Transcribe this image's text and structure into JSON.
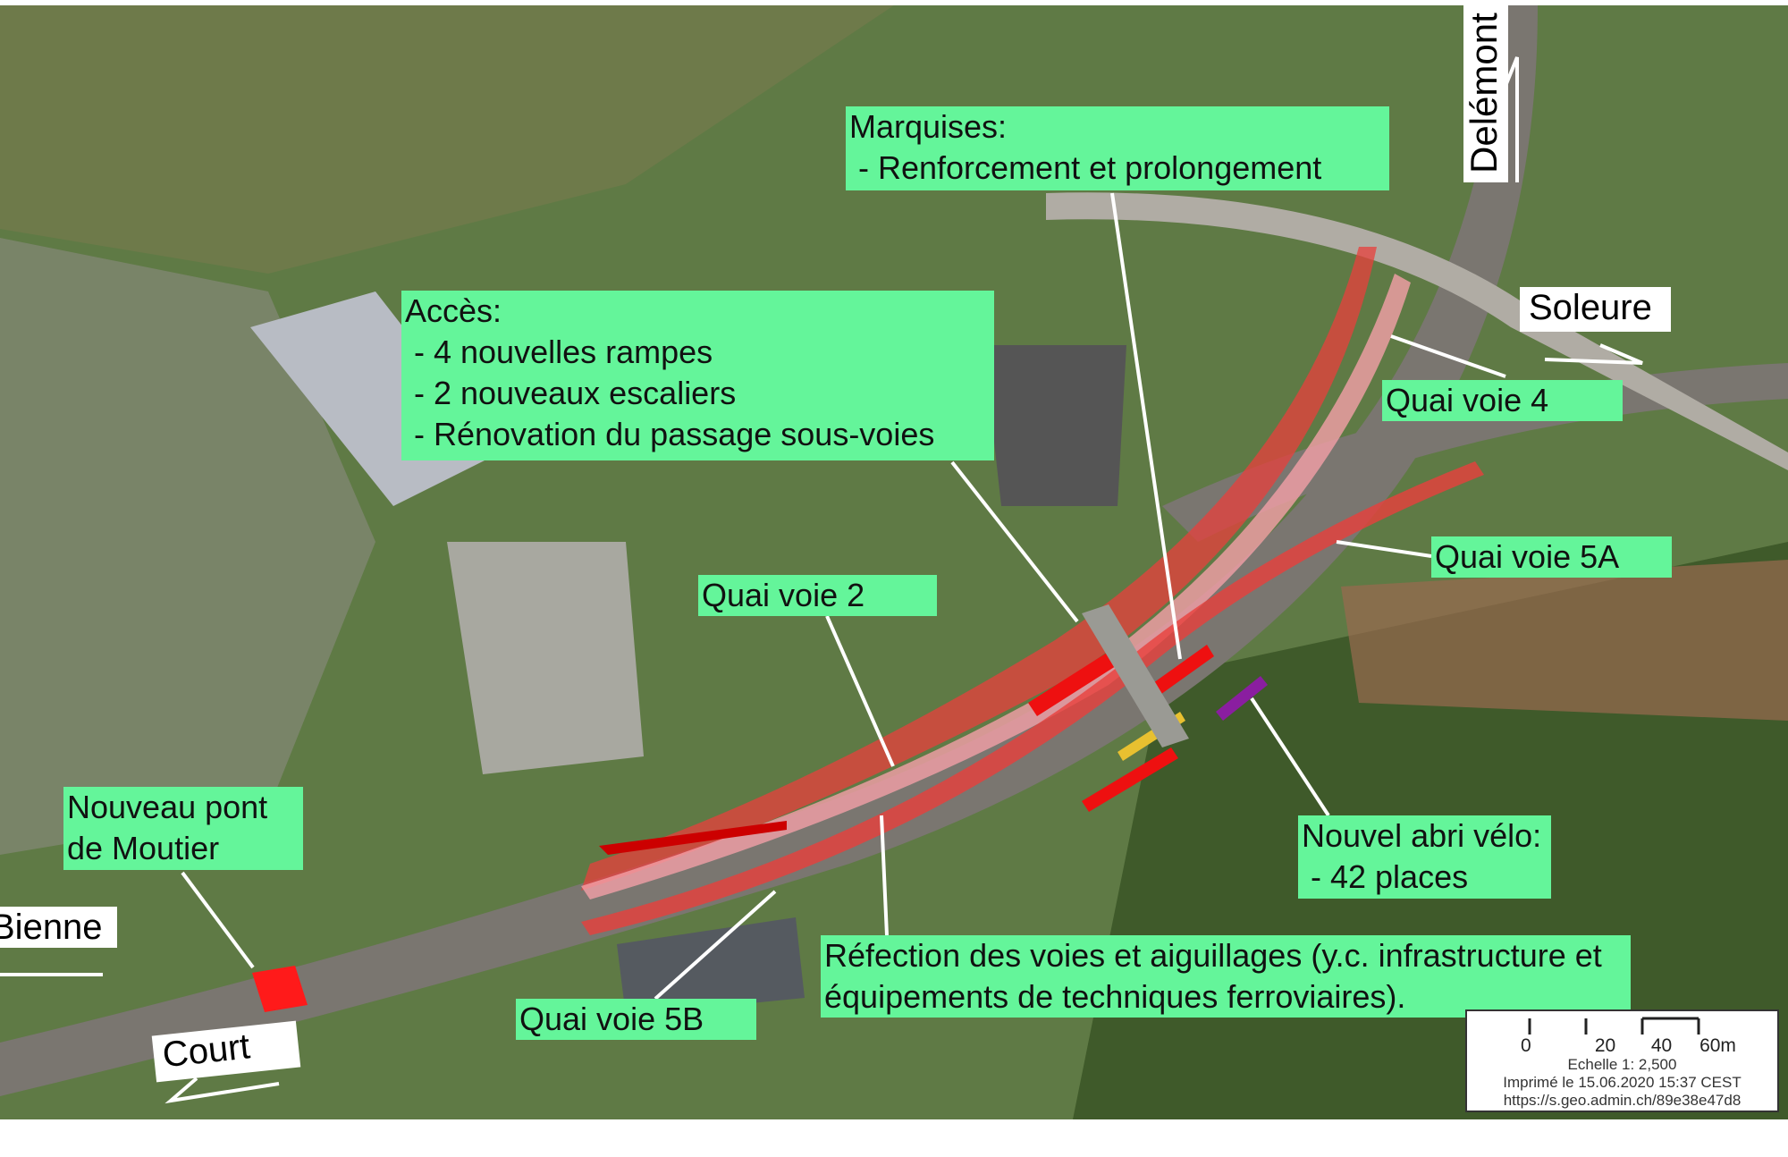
{
  "labels": {
    "marquises_title": "Marquises:",
    "marquises_1": " - Renforcement et prolongement",
    "acces_title": "Accès:",
    "acces_1": " - 4 nouvelles rampes",
    "acces_2": " - 2 nouveaux escaliers",
    "acces_3": " - Rénovation du passage sous-voies",
    "quai4": "Quai voie 4",
    "quai5a": "Quai voie 5A",
    "quai2": "Quai voie 2",
    "quai5b": "Quai voie 5B",
    "pont_1": "Nouveau pont",
    "pont_2": "de Moutier",
    "abri_1": "Nouvel abri vélo:",
    "abri_2": " - 42 places",
    "refection_1": "Réfection des voies et aiguillages (y.c. infrastructure et",
    "refection_2": "équipements de techniques ferroviaires)."
  },
  "directions": {
    "delemont": "Delémont",
    "soleure": "Soleure",
    "bienne": "Bienne",
    "court": "Court"
  },
  "scale": {
    "ticks": [
      "0",
      "20",
      "40",
      "60m"
    ],
    "ratio": "Echelle 1: 2,500",
    "printed": "Imprimé le 15.06.2020 15:37 CEST",
    "url": "https://s.geo.admin.ch/89e38e47d8"
  },
  "colors": {
    "label_bg": "#64f59a",
    "platform_red": "#e8403c",
    "platform_pink": "#f4a0a8",
    "bridge_red": "#ff1a1a",
    "bike_purple": "#8a1ea0"
  }
}
